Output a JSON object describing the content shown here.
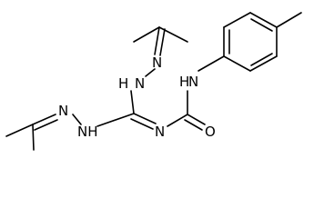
{
  "structure": {
    "atom_labels": {
      "nh_bridge_upper": "H",
      "n_imine_upper": "N",
      "n_amide": "N",
      "h_amide": "H",
      "n_imine_lower": "N",
      "nh_bridge_lower": "NH",
      "n_guanidine": "N",
      "o_carbonyl": "O"
    }
  },
  "colors": {
    "bond": "#000000",
    "label": "#000000",
    "background": "#ffffff"
  }
}
